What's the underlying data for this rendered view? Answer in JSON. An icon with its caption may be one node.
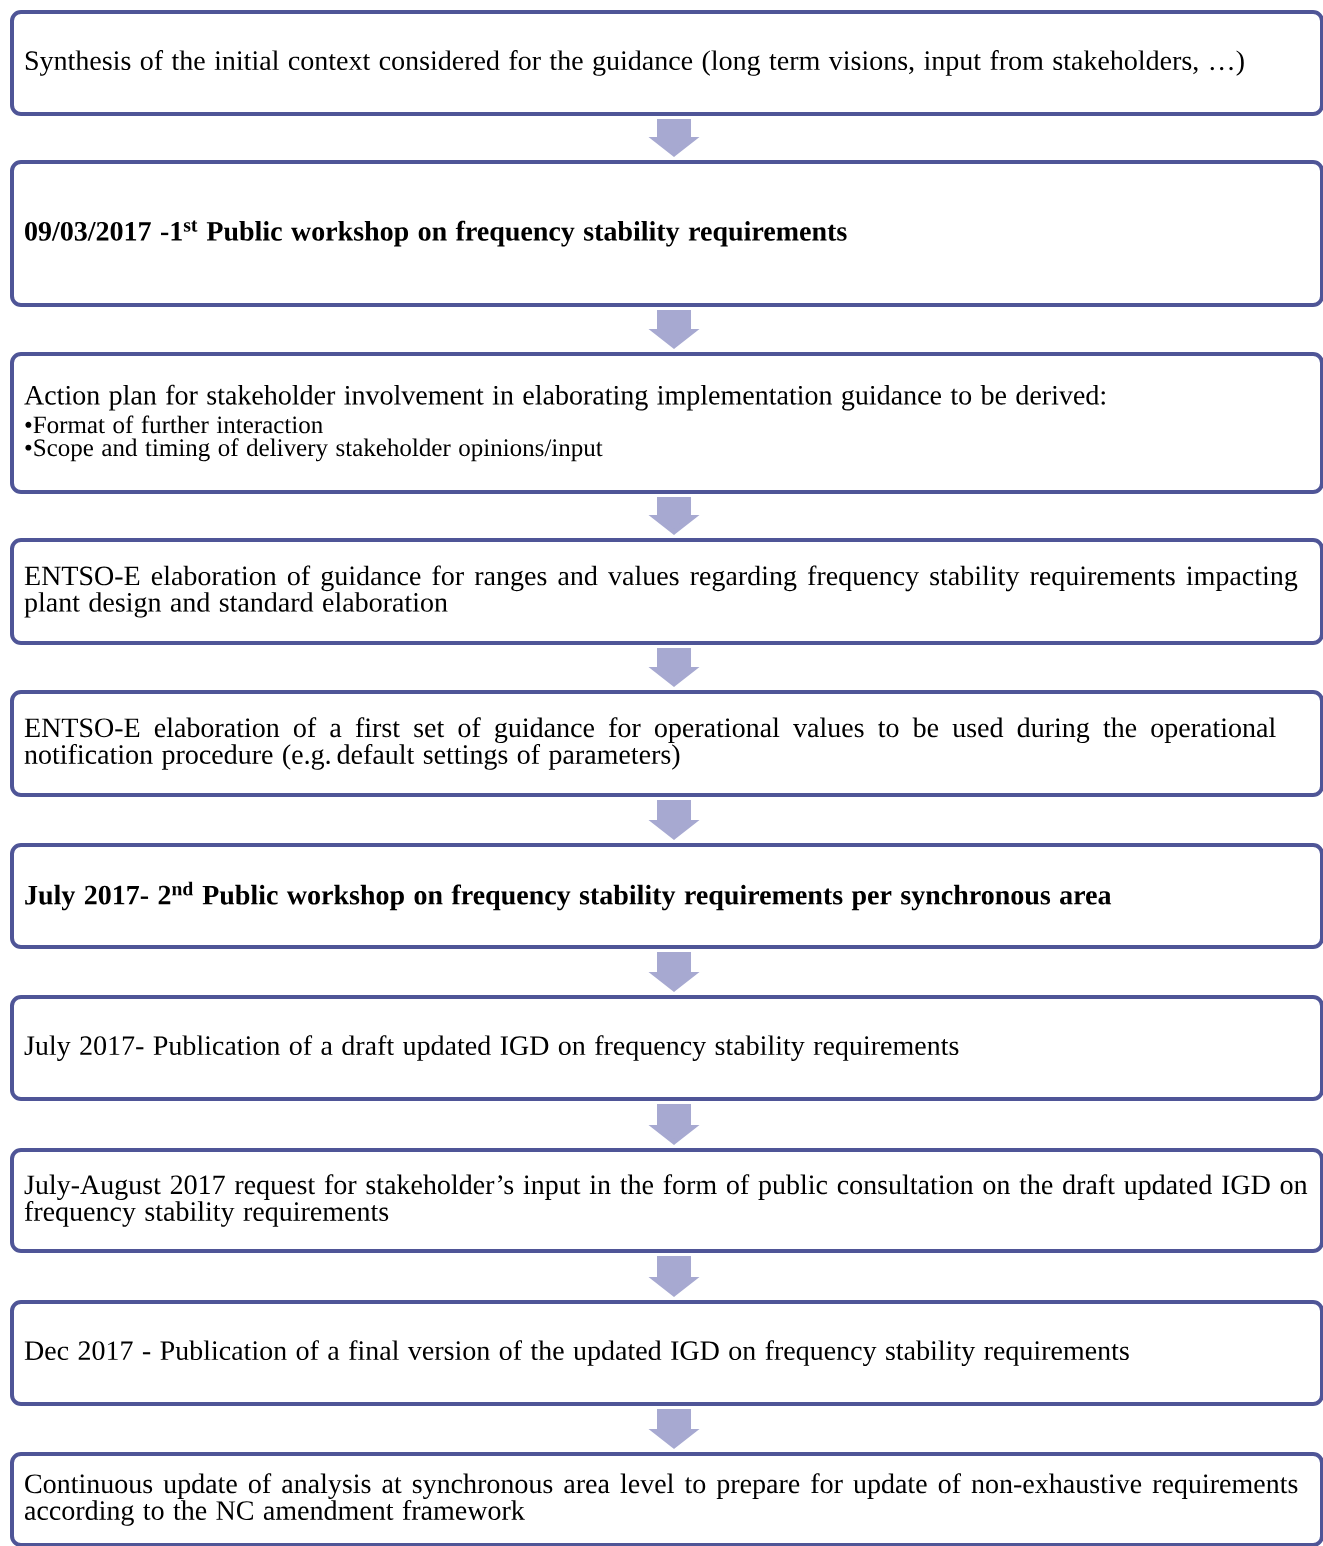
{
  "diagram": {
    "nodes": [
      {
        "text": [
          "Synthesis of the initial context considered for the guidance (long term visions, input from stakeholders, …)"
        ]
      },
      {
        "text": [
          "09/03/2017 -1$^{st}$ Public workshop on frequency stability requirements"
        ]
      },
      {
        "text": [
          "Action plan for stakeholder involvement in elaborating implementation guidance to be derived:",
          "•Format of further interaction",
          "•Scope and timing of delivery stakeholder opinions/input"
        ]
      },
      {
        "text": [
          "ENTSO-E elaboration of  guidance for ranges and values regarding frequency stability requirements impacting plant design and standard elaboration"
        ]
      },
      {
        "text": [
          "ENTSO-E elaboration of  a first set of guidance for operational values to be used during the operational notification procedure (e.g. default settings of parameters)"
        ]
      },
      {
        "text": [
          "July 2017-  2$^{nd}$ Public workshop on frequency stability requirements per synchronous area"
        ]
      },
      {
        "text": [
          "July 2017-  Publication of a draft updated IGD on frequency stability requirements"
        ]
      },
      {
        "text": [
          "July-August 2017 request for stakeholder’s input in the form of public consultation on the draft updated IGD on frequency stability requirements"
        ]
      },
      {
        "text": [
          "Dec 2017 -  Publication of a final version of the updated IGD on frequency stability requirements"
        ]
      },
      {
        "text": [
          "Continuous update of analysis at synchronous area level to prepare for update of non-exhaustive requirements according to the NC amendment framework"
        ]
      }
    ],
    "edges": [
      {
        "from": 0,
        "to": 1,
        "arrow": "to"
      },
      {
        "from": 1,
        "to": 2,
        "arrow": "to"
      },
      {
        "from": 2,
        "to": 3,
        "arrow": "to"
      },
      {
        "from": 3,
        "to": 4,
        "arrow": "to"
      },
      {
        "from": 4,
        "to": 5,
        "arrow": "to"
      },
      {
        "from": 5,
        "to": 6,
        "arrow": "to"
      },
      {
        "from": 6,
        "to": 7,
        "arrow": "to"
      },
      {
        "from": 7,
        "to": 8,
        "arrow": "to"
      },
      {
        "from": 8,
        "to": 9,
        "arrow": "to"
      }
    ]
  }
}
